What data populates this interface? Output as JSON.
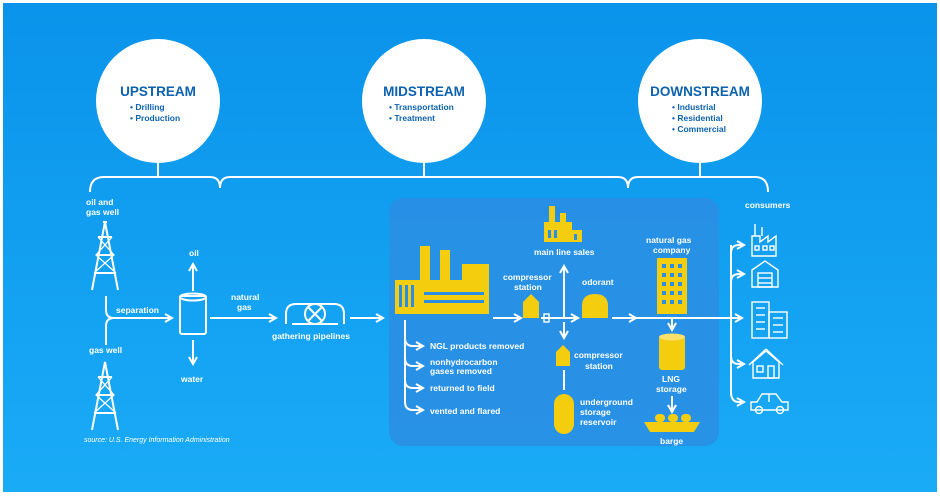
{
  "stages": [
    {
      "title": "UPSTREAM",
      "bullets": [
        "• Drilling",
        "• Production"
      ]
    },
    {
      "title": "MIDSTREAM",
      "bullets": [
        "• Transportation",
        "• Treatment"
      ]
    },
    {
      "title": "DOWNSTREAM",
      "bullets": [
        "• Industrial",
        "• Residential",
        "• Commercial"
      ]
    }
  ],
  "labels": {
    "oil_gas_well": [
      "oil and",
      "gas well"
    ],
    "gas_well": "gas well",
    "separation": "separation",
    "oil": "oil",
    "water": "water",
    "natural_gas": [
      "natural",
      "gas"
    ],
    "gathering_pipelines": "gathering pipelines",
    "main_line_sales": "main line sales",
    "compressor_station_top": [
      "compressor",
      "station"
    ],
    "odorant": "odorant",
    "natural_gas_company": [
      "natural gas",
      "company"
    ],
    "consumers": "consumers",
    "compressor_station_bottom": [
      "compressor",
      "station"
    ],
    "underground_storage": [
      "underground",
      "storage",
      "reservoir"
    ],
    "lng_storage": [
      "LNG",
      "storage"
    ],
    "barge": "barge",
    "ngl": "NGL products removed",
    "nonhydrocarbon": [
      "nonhydrocarbon",
      "gases removed"
    ],
    "returned": "returned to field",
    "vented": "vented and flared",
    "source": "source: U.S. Energy Information Administration"
  },
  "colors": {
    "background_top": "#0a93ea",
    "background_bottom": "#1aabf7",
    "panel": "#2a8fe4",
    "accent": "#f5cd0f",
    "heading": "#0d62b0"
  },
  "icons": [
    "oil-derrick-icon",
    "separator-tank-icon",
    "pipeline-valve-icon",
    "processing-plant-icon",
    "compressor-icon",
    "factory-icon",
    "odorant-tank-icon",
    "office-building-icon",
    "lng-tank-icon",
    "storage-reservoir-icon",
    "barge-icon",
    "industrial-consumer-icon",
    "warehouse-icon",
    "apartment-icon",
    "house-icon",
    "car-icon"
  ]
}
